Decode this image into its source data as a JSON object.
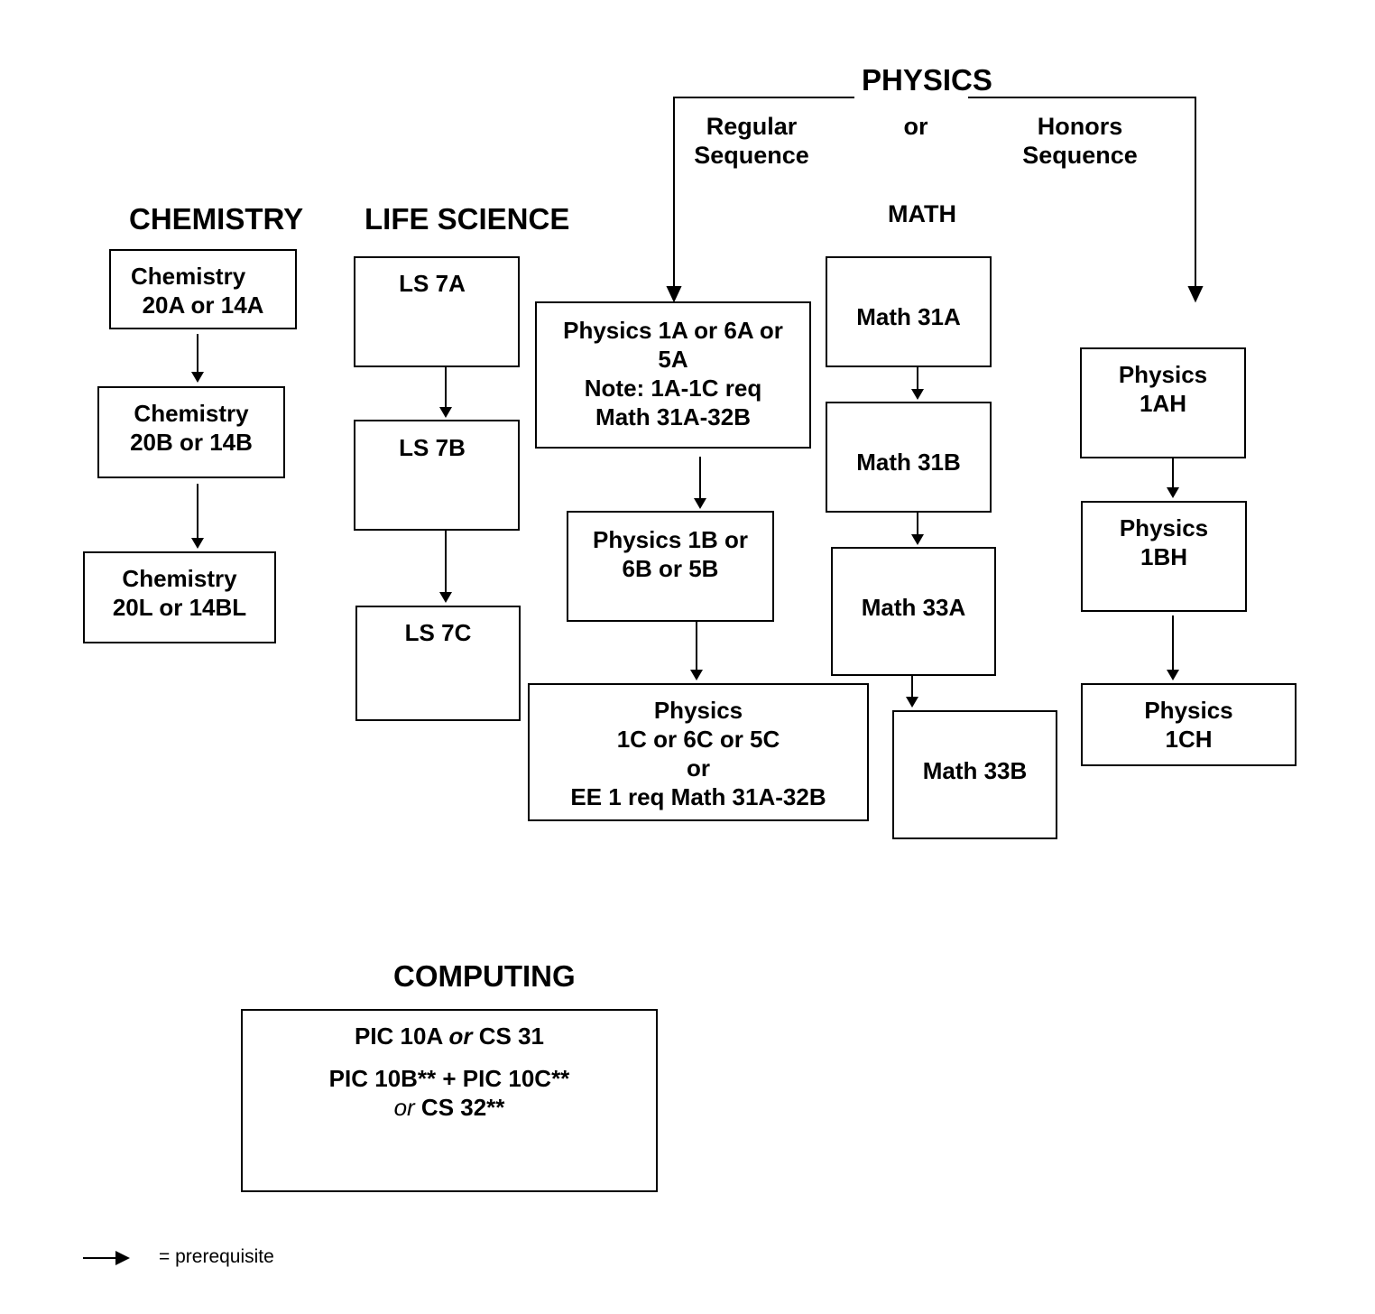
{
  "headings": {
    "chemistry": "CHEMISTRY",
    "life_science": "LIFE SCIENCE",
    "physics": "PHYSICS",
    "math": "MATH",
    "computing": "COMPUTING"
  },
  "physics_options": {
    "regular": [
      "Regular",
      "Sequence"
    ],
    "or": "or",
    "honors": [
      "Honors",
      "Sequence"
    ]
  },
  "chemistry": {
    "c1": [
      "Chemistry",
      "20A or 14A"
    ],
    "c2": [
      "Chemistry",
      "20B or 14B"
    ],
    "c3": [
      "Chemistry",
      "20L or 14BL"
    ]
  },
  "life_science": {
    "ls1": "LS 7A",
    "ls2": "LS 7B",
    "ls3": "LS 7C"
  },
  "physics_regular": {
    "p1": [
      "Physics 1A or 6A or",
      "5A",
      "Note: 1A-1C req",
      "Math 31A-32B"
    ],
    "p2": [
      "Physics 1B or",
      "6B or 5B"
    ],
    "p3": [
      "Physics",
      "1C or 6C or 5C",
      "or",
      "EE 1 req Math 31A-32B"
    ]
  },
  "math": {
    "m1": "Math 31A",
    "m2": "Math 31B",
    "m3": "Math 33A",
    "m4": "Math 33B"
  },
  "physics_honors": {
    "h1": [
      "Physics",
      "1AH"
    ],
    "h2": [
      "Physics",
      "1BH"
    ],
    "h3": [
      "Physics",
      "1CH"
    ]
  },
  "computing": {
    "line1_a": "PIC 10A",
    "line1_or": "or",
    "line1_b": "CS 31",
    "line2": "PIC 10B** + PIC 10C**",
    "line3_or": "or",
    "line3_b": "CS 32**"
  },
  "legend": {
    "text": "= prerequisite"
  }
}
